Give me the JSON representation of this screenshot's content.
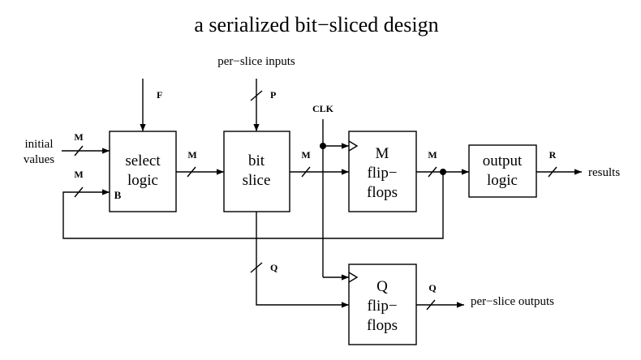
{
  "title": "a serialized bit−sliced design",
  "inputs": {
    "per_slice": "per−slice inputs",
    "initial_line1": "initial",
    "initial_line2": "values",
    "f_label": "F",
    "p_label": "P",
    "clk_label": "CLK"
  },
  "blocks": {
    "select_logic": [
      "select",
      "logic"
    ],
    "select_b_port": "B",
    "bit_slice": [
      "bit",
      "slice"
    ],
    "m_flipflops": [
      "M",
      "flip−",
      "flops"
    ],
    "output_logic": [
      "output",
      "logic"
    ],
    "q_flipflops": [
      "Q",
      "flip−",
      "flops"
    ]
  },
  "bus_widths": {
    "initial_m": "M",
    "feedback_m": "M",
    "select_to_slice_m": "M",
    "slice_to_mff_m": "M",
    "mff_out_m": "M",
    "results_r": "R",
    "slice_q": "Q",
    "qff_out_q": "Q"
  },
  "outputs": {
    "results": "results",
    "per_slice": "per−slice outputs"
  }
}
